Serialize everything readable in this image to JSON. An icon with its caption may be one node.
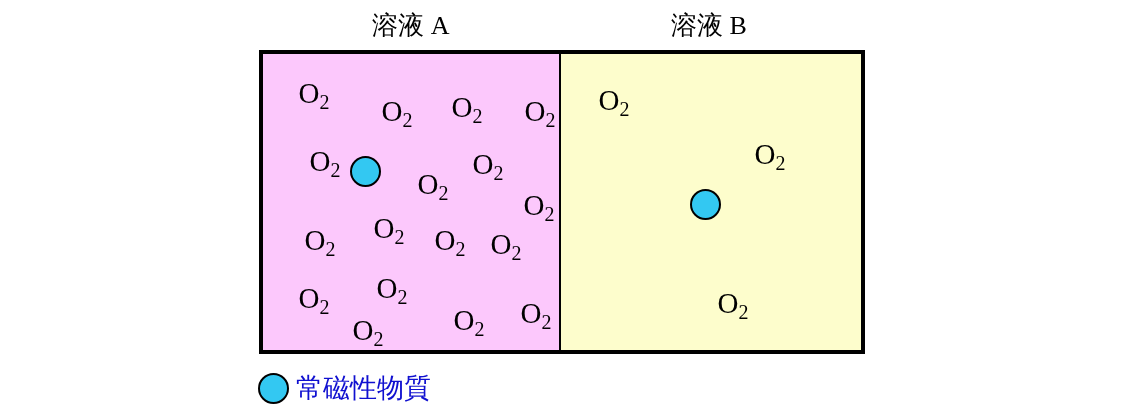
{
  "diagram": {
    "nodes": [
      {
        "text": [
          "溶液 A",
          "O$_{2}$",
          "O$_{2}$",
          "O$_{2}$",
          "O$_{2}$",
          "O$_{2}$",
          "O$_{2}$",
          "O$_{2}$",
          "O$_{2}$",
          "O$_{2}$",
          "O$_{2}$",
          "O$_{2}$",
          "O$_{2}$",
          "O$_{2}$",
          "O$_{2}$",
          "O$_{2}$",
          "O$_{2}$",
          "O$_{2}$"
        ]
      },
      {
        "text": [
          "溶液 B",
          "O$_{2}$",
          "O$_{2}$",
          "O$_{2}$"
        ]
      }
    ],
    "legend": [
      {
        "text": "常磁性物質",
        "color": "#33c8f2"
      }
    ]
  }
}
